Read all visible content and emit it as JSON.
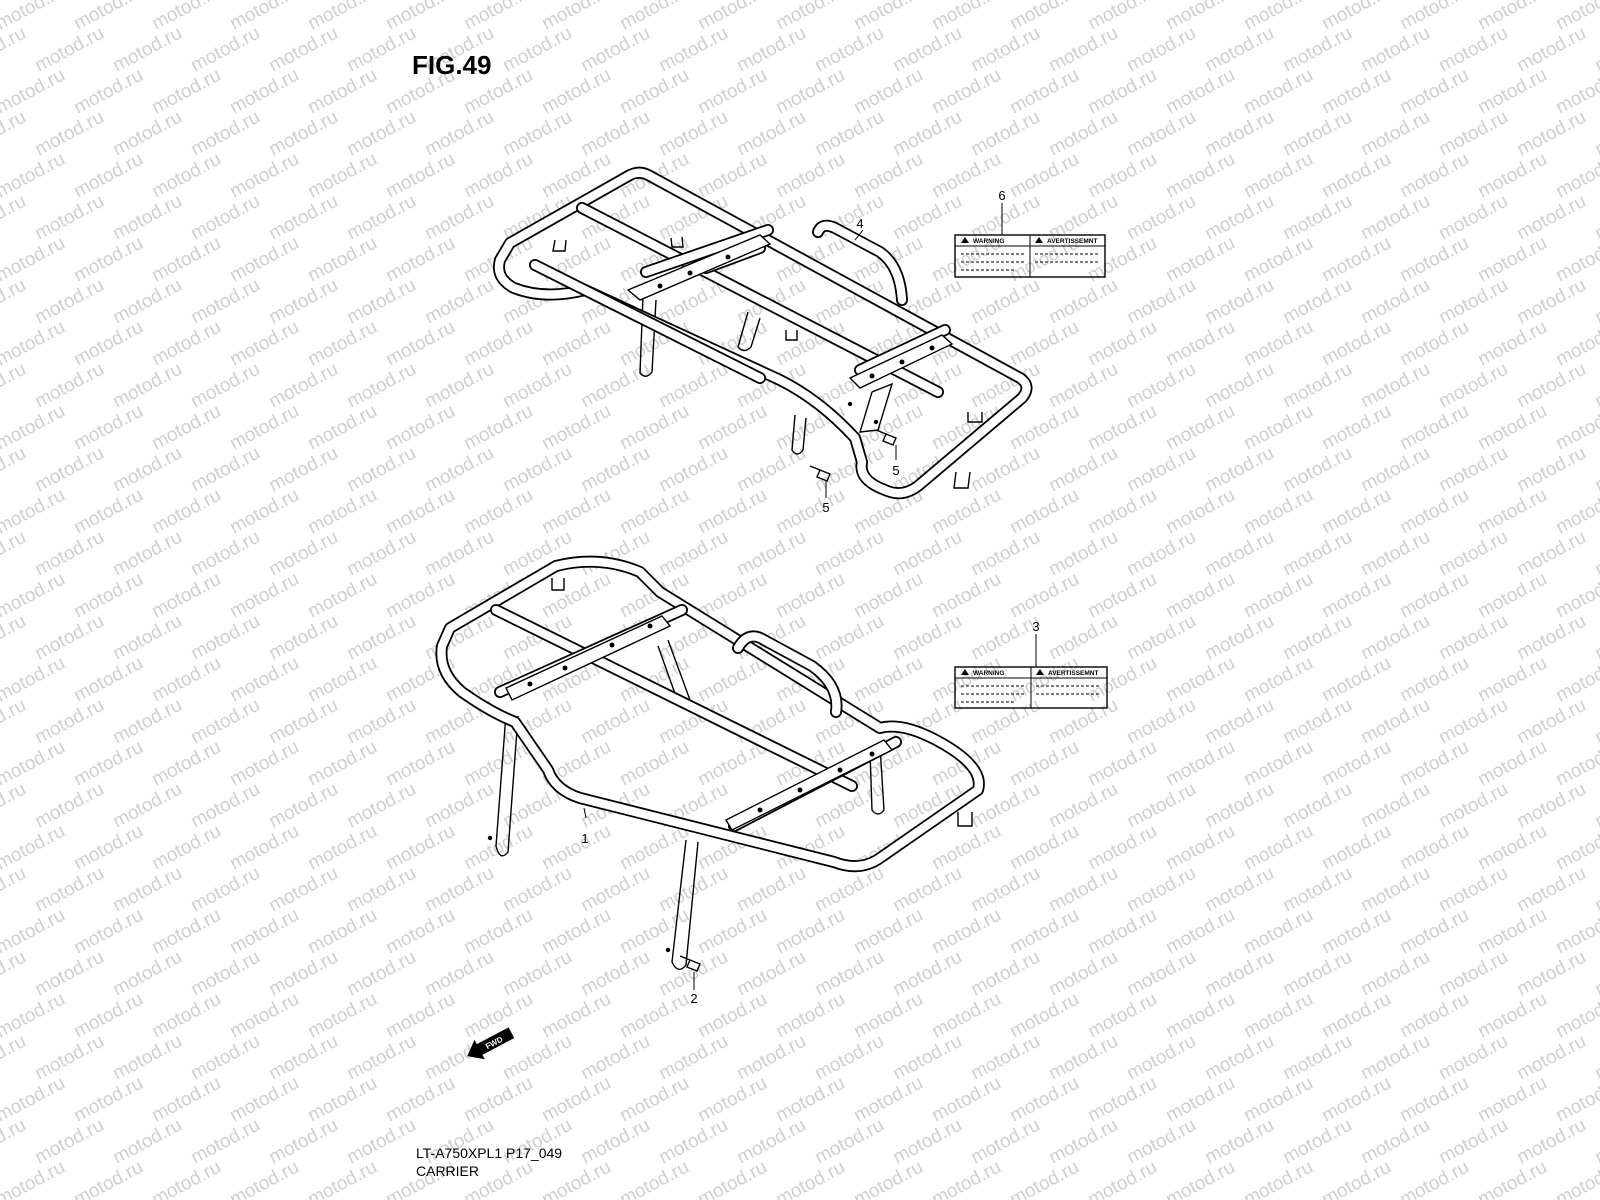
{
  "figure": {
    "title": "FIG.49",
    "code": "LT-A750XPL1 P17_049",
    "subtitle": "CARRIER"
  },
  "watermark": "motod.ru",
  "callouts": [
    {
      "id": "1",
      "label": "1"
    },
    {
      "id": "2",
      "label": "2"
    },
    {
      "id": "3",
      "label": "3"
    },
    {
      "id": "4",
      "label": "4"
    },
    {
      "id": "5a",
      "label": "5"
    },
    {
      "id": "5b",
      "label": "5"
    },
    {
      "id": "6",
      "label": "6"
    }
  ],
  "labels": {
    "warning": "WARNING",
    "avertissement": "AVERTISSEMNT"
  },
  "direction_arrow": {
    "text": "FWD",
    "icon": "fwd-arrow-icon"
  }
}
